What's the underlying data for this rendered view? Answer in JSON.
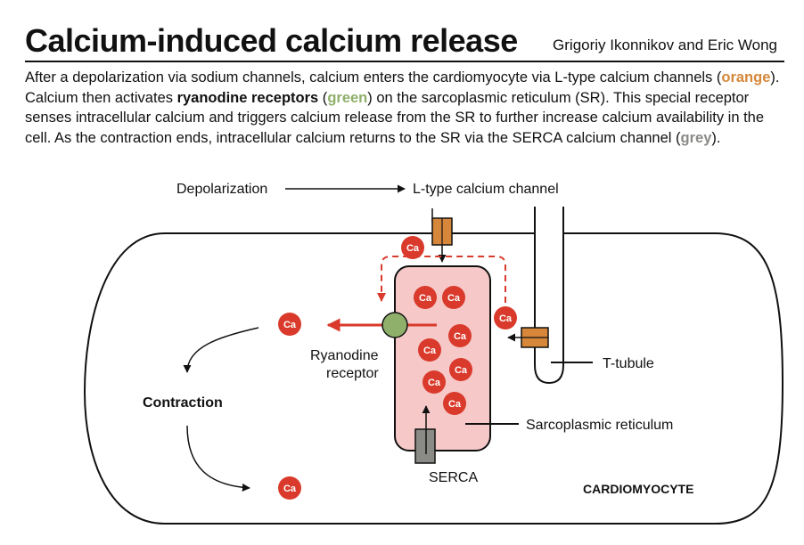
{
  "title": "Calcium-induced calcium release",
  "authors": "Grigoriy Ikonnikov and Eric Wong",
  "description": {
    "p1": "After a depolarization via sodium channels, calcium enters the cardiomyocyte via L-type calcium channels (",
    "orange_word": "orange",
    "p2": "). Calcium then activates ",
    "bold_term": "ryanodine receptors",
    "p3": " (",
    "green_word": "green",
    "p4": ") on the sarcoplasmic reticulum (SR). This special receptor senses intracellular calcium and triggers calcium release from the SR to further increase calcium availability in the cell. As the contraction ends, intracellular calcium returns to the SR via the SERCA calcium channel (",
    "grey_word": "grey",
    "p5": ")."
  },
  "labels": {
    "depolarization": "Depolarization",
    "l_type_channel": "L-type calcium channel",
    "t_tubule": "T-tubule",
    "ryanodine_line1": "Ryanodine",
    "ryanodine_line2": "receptor",
    "contraction": "Contraction",
    "sarcoplasmic_reticulum": "Sarcoplasmic reticulum",
    "serca": "SERCA",
    "cardiomyocyte": "CARDIOMYOCYTE"
  },
  "ion_label": "Ca",
  "colors": {
    "orange": "#d6873a",
    "green": "#8fb06a",
    "grey": "#8a8a86",
    "calcium_red": "#d93a2b",
    "sr_fill": "#f6c8c8"
  }
}
